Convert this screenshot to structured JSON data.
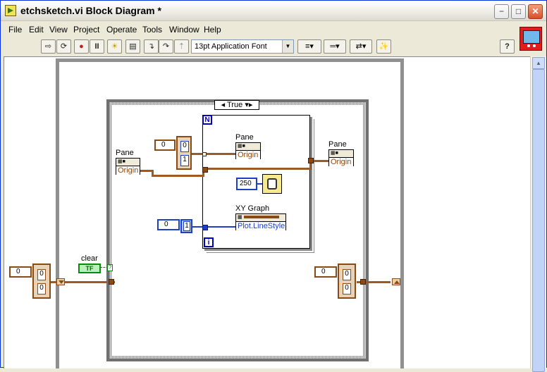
{
  "window": {
    "title": "etchsketch.vi Block Diagram *",
    "minimize_label": "−",
    "maximize_label": "□",
    "close_label": "✕"
  },
  "menu": {
    "items": [
      "File",
      "Edit",
      "View",
      "Project",
      "Operate",
      "Tools",
      "Window",
      "Help"
    ]
  },
  "toolbar": {
    "run_label": "⇨",
    "run_continuous_label": "⟳",
    "abort_label": "●",
    "pause_label": "II",
    "highlight_label": "☀",
    "retain_label": "▤",
    "step_into_label": "↴",
    "step_over_label": "↷",
    "step_out_label": "⇡",
    "font_value": "13pt Application Font",
    "align_label": "≡▾",
    "distribute_label": "═▾",
    "reorder_label": "⇄▾",
    "cleanup_label": "✨",
    "help_label": "?"
  },
  "diagram": {
    "case_selector": "True",
    "case_prev": "◂",
    "case_next": "▾▸",
    "for_n": "N",
    "for_i": "i",
    "pane_left_label": "Pane",
    "pane_left_prop": "Origin",
    "pane_inner_label": "Pane",
    "pane_inner_prop": "Origin",
    "pane_right_label": "Pane",
    "pane_right_prop": "Origin",
    "xy_graph_label": "XY Graph",
    "xy_graph_prop": "Plot.LineStyle",
    "wait_value": "250",
    "clear_label": "clear",
    "bool_const": "TF",
    "origin_array_index": "0",
    "origin_elem_0": "0",
    "origin_elem_1": "1",
    "linestyle_index": "0",
    "linestyle_value": "1",
    "left_array_index": "0",
    "left_elem_0": "0",
    "left_elem_1": "0",
    "right_array_index": "0",
    "right_elem_0": "0",
    "right_elem_1": "0"
  }
}
